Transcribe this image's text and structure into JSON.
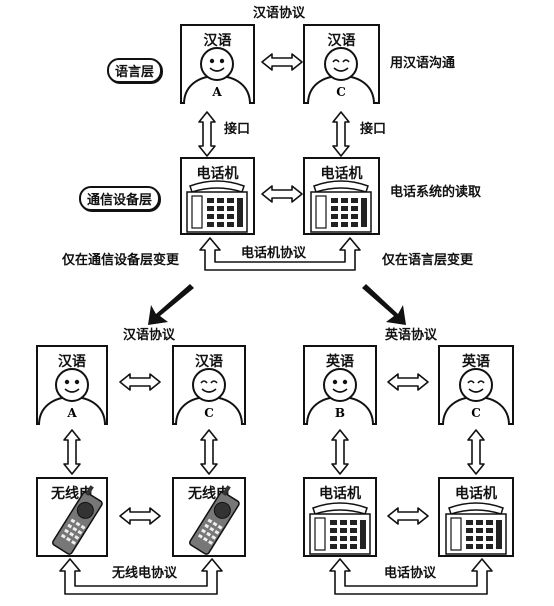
{
  "top": {
    "protocol_title": "汉语协议",
    "person_a": {
      "lang": "汉语",
      "letter": "A"
    },
    "person_c": {
      "lang": "汉语",
      "letter": "C"
    },
    "layer_language": "语言层",
    "layer_comm": "通信设备层",
    "use_chinese": "用汉语沟通",
    "interface_left": "接口",
    "interface_right": "接口",
    "phone_left": "电话机",
    "phone_right": "电话机",
    "phone_system": "电话系统的读取",
    "phone_protocol": "电话机协议"
  },
  "mid": {
    "change_comm": "仅在通信设备层变更",
    "change_lang": "仅在语言层变更"
  },
  "bottom_left": {
    "protocol_title": "汉语协议",
    "person_a": {
      "lang": "汉语",
      "letter": "A"
    },
    "person_c": {
      "lang": "汉语",
      "letter": "C"
    },
    "device_left": "无线电",
    "device_right": "无线电",
    "protocol": "无线电协议"
  },
  "bottom_right": {
    "protocol_title": "英语协议",
    "person_b": {
      "lang": "英语",
      "letter": "B"
    },
    "person_c": {
      "lang": "英语",
      "letter": "C"
    },
    "device_left": "电话机",
    "device_right": "电话机",
    "protocol": "电话协议"
  }
}
